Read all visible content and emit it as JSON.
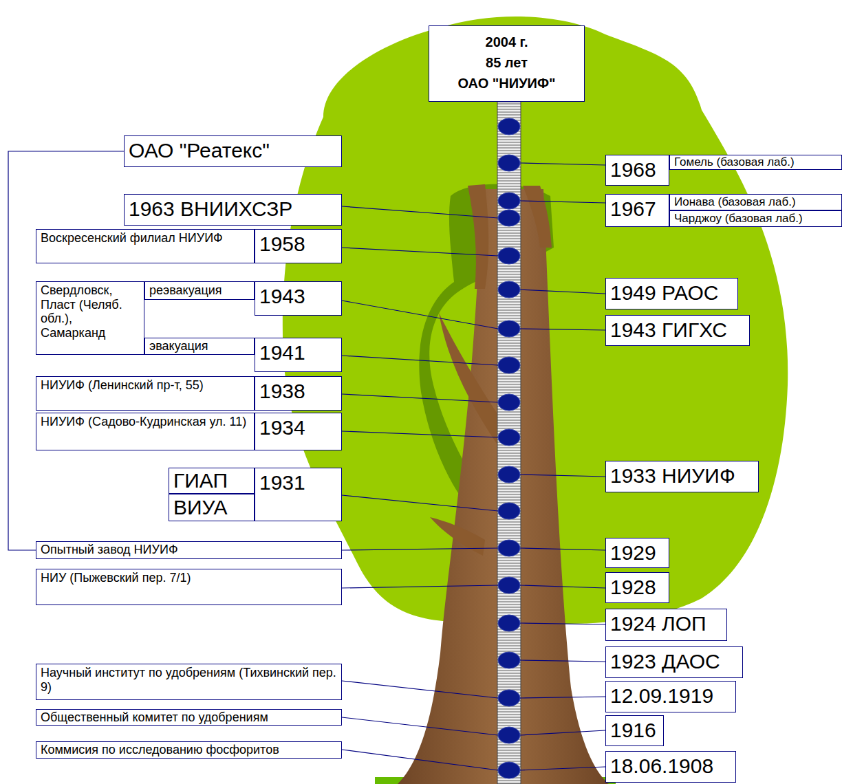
{
  "diagram": {
    "nodes": [
      {
        "text": [
          "2004 г.",
          "85 лет",
          "ОАО \"НИУИФ\""
        ]
      },
      {
        "text": [
          "ОАО \"Реатекс\""
        ]
      },
      {
        "text": [
          "1968"
        ]
      },
      {
        "text": [
          "Гомель (базовая лаб.)"
        ]
      },
      {
        "text": [
          "1963 ВНИИХСЗР"
        ]
      },
      {
        "text": [
          "1967"
        ]
      },
      {
        "text": [
          "Ионава (базовая лаб.)"
        ]
      },
      {
        "text": [
          "Чарджоу (базовая лаб.)"
        ]
      },
      {
        "text": [
          "Воскресенский филиал НИУИФ"
        ]
      },
      {
        "text": [
          "1958"
        ]
      },
      {
        "text": [
          "Свердловск, Пласт (Челяб. обл.), Самарканд"
        ]
      },
      {
        "text": [
          "реэвакуация"
        ]
      },
      {
        "text": [
          "1943"
        ]
      },
      {
        "text": [
          "1949 РАОС"
        ]
      },
      {
        "text": [
          "1943 ГИГХС"
        ]
      },
      {
        "text": [
          "эвакуация"
        ]
      },
      {
        "text": [
          "1941"
        ]
      },
      {
        "text": [
          "НИУИФ (Ленинский пр-т, 55)"
        ]
      },
      {
        "text": [
          "1938"
        ]
      },
      {
        "text": [
          "НИУИФ (Садово-Кудринская ул. 11)"
        ]
      },
      {
        "text": [
          "1934"
        ]
      },
      {
        "text": [
          "1933 НИУИФ"
        ]
      },
      {
        "text": [
          "ГИАП"
        ]
      },
      {
        "text": [
          "ВИУА"
        ]
      },
      {
        "text": [
          "1931"
        ]
      },
      {
        "text": [
          "Опытный завод НИУИФ"
        ]
      },
      {
        "text": [
          "1929"
        ]
      },
      {
        "text": [
          "НИУ (Пыжевский пер. 7/1)"
        ]
      },
      {
        "text": [
          "1928"
        ]
      },
      {
        "text": [
          "1924 ЛОП"
        ]
      },
      {
        "text": [
          "1923 ДАОС"
        ]
      },
      {
        "text": [
          "Научный институт по удобрениям (Тихвинский пер. 9)"
        ]
      },
      {
        "text": [
          "12.09.1919"
        ]
      },
      {
        "text": [
          "Общественный комитет по удобрениям"
        ]
      },
      {
        "text": [
          "1916"
        ]
      },
      {
        "text": [
          "Коммисия по исследованию фосфоритов"
        ]
      },
      {
        "text": [
          "18.06.1908"
        ]
      }
    ],
    "edges": [
      {
        "from": 1,
        "to": 25,
        "arrow": "none"
      }
    ]
  }
}
